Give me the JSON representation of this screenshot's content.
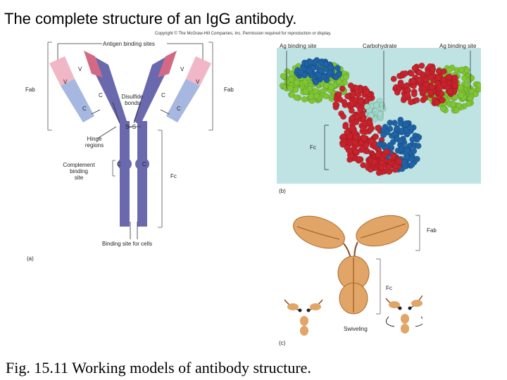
{
  "slide": {
    "title": "The complete structure of an IgG antibody.",
    "copyright": "Copyright © The McGraw-Hill Companies, Inc. Permission required for reproduction or display.",
    "caption": "Fig. 15.11 Working models of antibody structure."
  },
  "panel_a": {
    "antigen_binding_sites": "Antigen binding sites",
    "fab_left": "Fab",
    "fab_right": "Fab",
    "v": "V",
    "c": "C",
    "disulfide_line1": "Disulfide",
    "disulfide_line2": "bonds",
    "ss": "S–S",
    "hinge_line1": "Hinge",
    "hinge_line2": "regions",
    "complement_line1": "Complement",
    "complement_line2": "binding",
    "complement_line3": "site",
    "fc": "Fc",
    "binding_cells": "Binding site for cells",
    "panel_label": "(a)"
  },
  "panel_b": {
    "ag_left": "Ag binding site",
    "carbohydrate": "Carbohydrate",
    "ag_right": "Ag binding site",
    "fc": "Fc",
    "panel_label": "(b)"
  },
  "panel_c": {
    "fab": "Fab",
    "fc": "Fc",
    "swiveling": "Swiveling",
    "panel_label": "(c)"
  },
  "colors": {
    "heavy_dark": "#6a69ad",
    "heavy_light": "#a6b8e0",
    "variable_pink": "#d26a86",
    "variable_light_pink": "#f1b7c6",
    "model_red": "#c8222c",
    "model_blue": "#1f63a6",
    "model_green": "#7fc633",
    "model_bg": "#bfe3e3",
    "tan": "#e0a567"
  }
}
